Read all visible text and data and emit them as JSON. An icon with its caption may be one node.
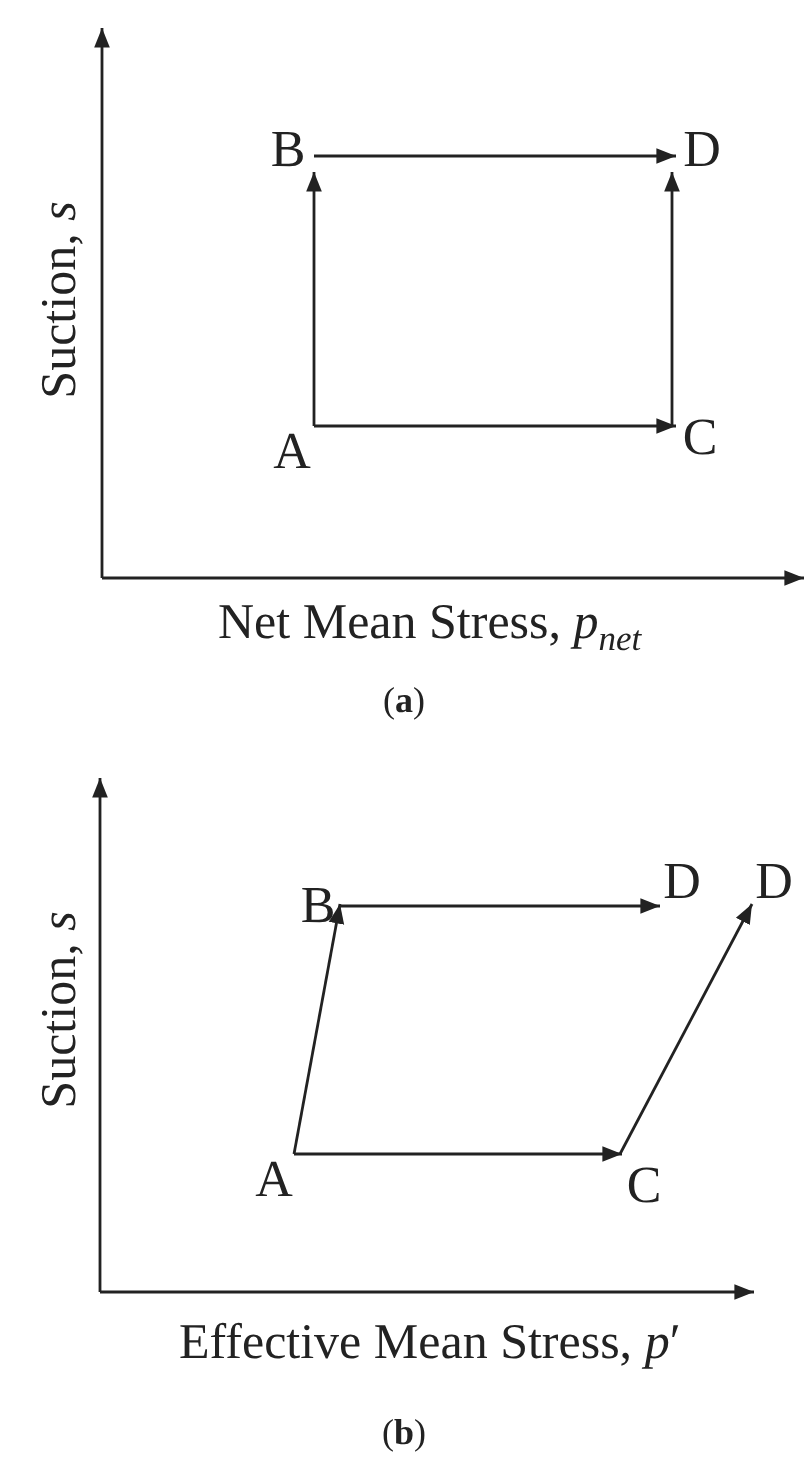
{
  "diagram": {
    "nodes": [
      {
        "text": [
          "A"
        ]
      },
      {
        "text": [
          "B"
        ]
      },
      {
        "text": [
          "C"
        ]
      },
      {
        "text": [
          "D"
        ]
      },
      {
        "text": [
          "A"
        ]
      },
      {
        "text": [
          "B"
        ]
      },
      {
        "text": [
          "C"
        ]
      },
      {
        "text": [
          "D"
        ]
      },
      {
        "text": [
          "D"
        ]
      }
    ],
    "edges": [
      {
        "from": 0,
        "to": 1,
        "arrow": "to"
      },
      {
        "from": 0,
        "to": 2,
        "arrow": "to"
      },
      {
        "from": 1,
        "to": 3,
        "arrow": "to"
      },
      {
        "from": 2,
        "to": 3,
        "arrow": "to"
      },
      {
        "from": 4,
        "to": 5,
        "arrow": "to"
      },
      {
        "from": 4,
        "to": 6,
        "arrow": "to"
      },
      {
        "from": 5,
        "to": 7,
        "arrow": "to"
      },
      {
        "from": 6,
        "to": 8,
        "arrow": "to"
      }
    ],
    "labels": [
      "Suction, *s*",
      "Net Mean Stress, *p*$_{net}$",
      "(**a**)",
      "Suction, *s*",
      "Effective Mean Stress, *p*′",
      "(**b**)"
    ]
  }
}
